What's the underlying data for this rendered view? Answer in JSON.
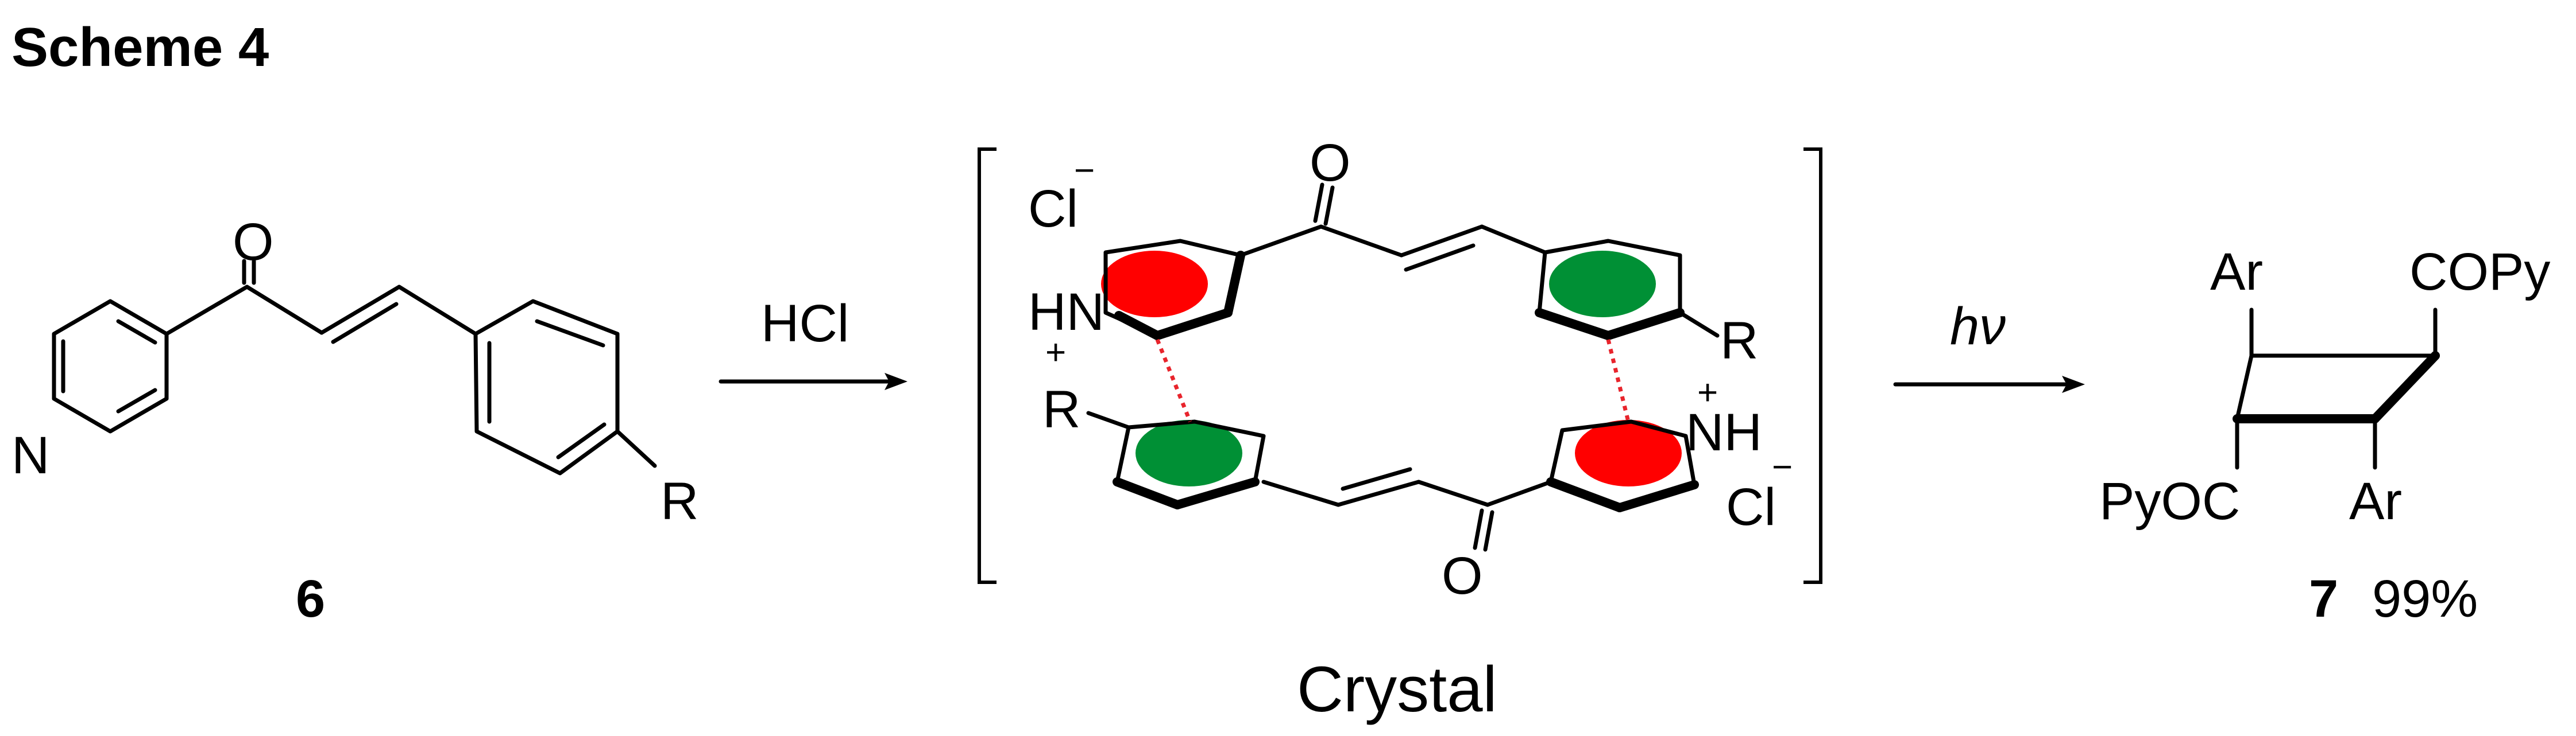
{
  "scheme_title": "Scheme 4",
  "colors": {
    "ink": "#000000",
    "pyridinium_ring_fill": "#ff0000",
    "aryl_ring_fill": "#009035",
    "stacking_contact": "#e8242c"
  },
  "reactant": {
    "compound_number": "6",
    "atoms": {
      "oxygen": "O",
      "nitrogen": "N",
      "substituent": "R"
    }
  },
  "step1": {
    "reagent": "HCl"
  },
  "salt_complex": {
    "caption": "Crystal",
    "atoms": {
      "oxygen_top": "O",
      "oxygen_bottom": "O",
      "chloride_left": "Cl",
      "chloride_right": "Cl",
      "nh_left": "HN",
      "nh_right": "NH",
      "r_left": "R",
      "r_right": "R",
      "plus": "+",
      "minus": "−"
    }
  },
  "step2": {
    "reagent": "hν"
  },
  "product": {
    "compound_number": "7",
    "yield": "99%",
    "substituents": {
      "top_left": "Ar",
      "top_right": "COPy",
      "bottom_left": "PyOC",
      "bottom_right": "Ar"
    }
  }
}
